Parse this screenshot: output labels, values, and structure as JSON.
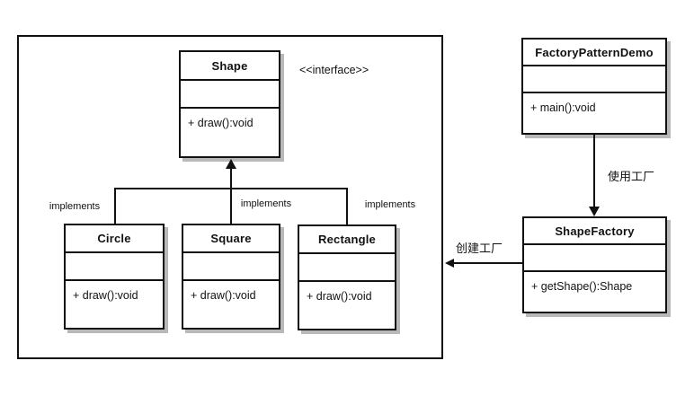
{
  "stereotype_label": "<<interface>>",
  "classes": {
    "shape": {
      "name": "Shape",
      "method": "+ draw():void"
    },
    "circle": {
      "name": "Circle",
      "method": "+ draw():void"
    },
    "square": {
      "name": "Square",
      "method": "+ draw():void"
    },
    "rectangle": {
      "name": "Rectangle",
      "method": "+ draw():void"
    },
    "factory_pattern_demo": {
      "name": "FactoryPatternDemo",
      "method": "+ main():void"
    },
    "shape_factory": {
      "name": "ShapeFactory",
      "method": "+ getShape():Shape"
    }
  },
  "edge_labels": {
    "implements_circle": "implements",
    "implements_square": "implements",
    "implements_rectangle": "implements",
    "use_factory": "使用工厂",
    "create_factory": "创建工厂"
  },
  "colors": {
    "line": "#111111",
    "shadow": "#b8b8b8",
    "background": "#ffffff"
  }
}
